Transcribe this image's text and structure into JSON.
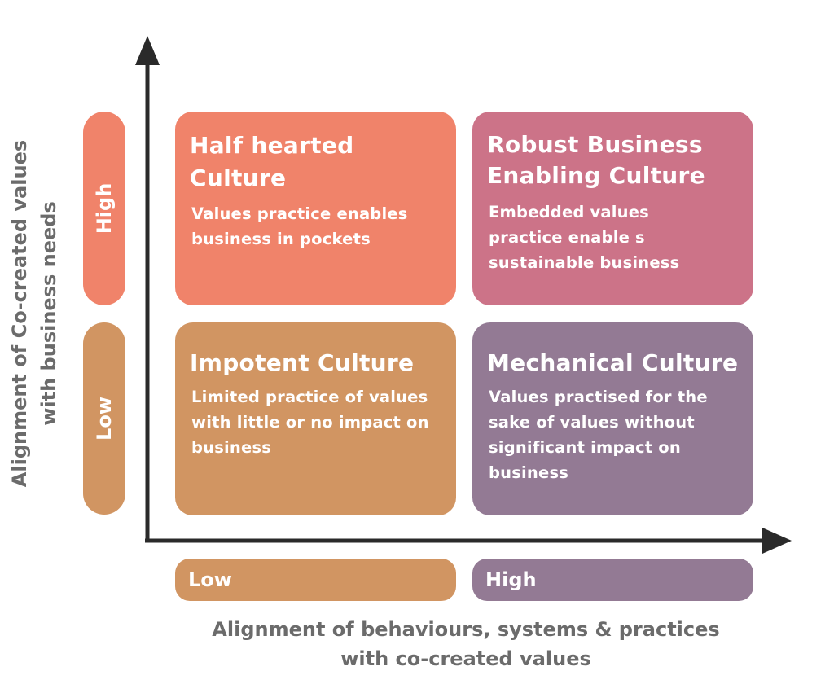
{
  "colors": {
    "half_hearted": "#f0836a",
    "robust": "#cc7388",
    "impotent": "#d19562",
    "mechanical": "#937a94",
    "axis": "#2a2a2a",
    "label_text": "#6b6b6b"
  },
  "quadrants": {
    "top_left": {
      "title_line1": "Half hearted",
      "title_line2": "Culture",
      "desc_line1": "Values practice enables",
      "desc_line2": "business in pockets"
    },
    "top_right": {
      "title_line1": "Robust Business",
      "title_line2": "Enabling Culture",
      "desc_line1": "Embedded values",
      "desc_line2": "practice enable s",
      "desc_line3": "sustainable business"
    },
    "bottom_left": {
      "title_line1": "Impotent Culture",
      "desc_line1": "Limited practice of values",
      "desc_line2": "with little or no impact on",
      "desc_line3": "business"
    },
    "bottom_right": {
      "title_line1": "Mechanical Culture",
      "desc_line1": "Values practised for the",
      "desc_line2": "sake of values without",
      "desc_line3": "significant impact on",
      "desc_line4": "business"
    }
  },
  "y_axis": {
    "high_label": "High",
    "low_label": "Low",
    "title_line1": "Alignment of Co-created values",
    "title_line2": "with business needs"
  },
  "x_axis": {
    "low_label": "Low",
    "high_label": "High",
    "title_line1": "Alignment of behaviours, systems & practices",
    "title_line2": "with co-created values"
  }
}
